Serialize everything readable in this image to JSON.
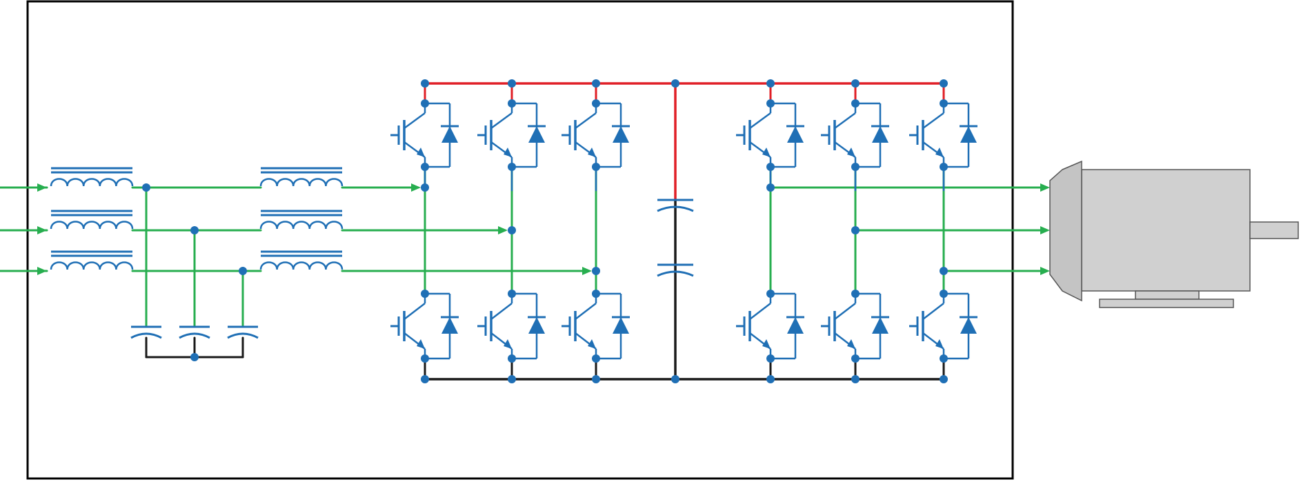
{
  "diagram": {
    "kind": "back-to-back converter with LCL input filter and motor",
    "colors": {
      "enclosure": "#000000",
      "component": "#1f6fb5",
      "phase_wire": "#27ae4f",
      "dc_positive": "#e01f26",
      "dc_negative": "#1a1a1a",
      "motor_body": "#d0d0d0",
      "motor_outline": "#555555"
    },
    "input_phases": 3,
    "grid_side_inductors_per_phase": 1,
    "converter_side_inductors_per_phase": 1,
    "filter_capacitors": 3,
    "rectifier_legs": 3,
    "inverter_legs": 3,
    "dc_link_capacitors": 2,
    "switch_symbol": "igbt-with-antiparallel-diode-icon",
    "inductor_symbol": "iron-core-inductor-icon",
    "capacitor_symbol": "capacitor-icon",
    "load_symbol": "electric-motor-icon",
    "output_phases": 3
  }
}
